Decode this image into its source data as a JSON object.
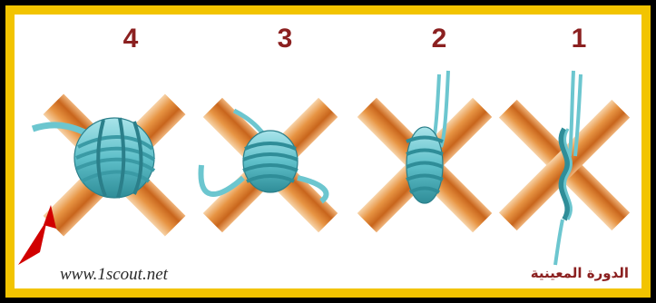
{
  "steps": [
    {
      "number": "4"
    },
    {
      "number": "3"
    },
    {
      "number": "2"
    },
    {
      "number": "1"
    }
  ],
  "watermark": {
    "site": "www.1scout.net"
  },
  "caption": {
    "title": "الدورة المعينية"
  },
  "colors": {
    "frame_outer": "#000000",
    "frame_yellow": "#f2c400",
    "number_red": "#8b2020",
    "pole_orange": "#e08a3c",
    "pole_light": "#f4c08a",
    "rope_teal": "#6cc6cf",
    "rope_dark": "#2b7f8a"
  },
  "icons": {
    "arrow": "red-pointer-arrow-icon"
  }
}
